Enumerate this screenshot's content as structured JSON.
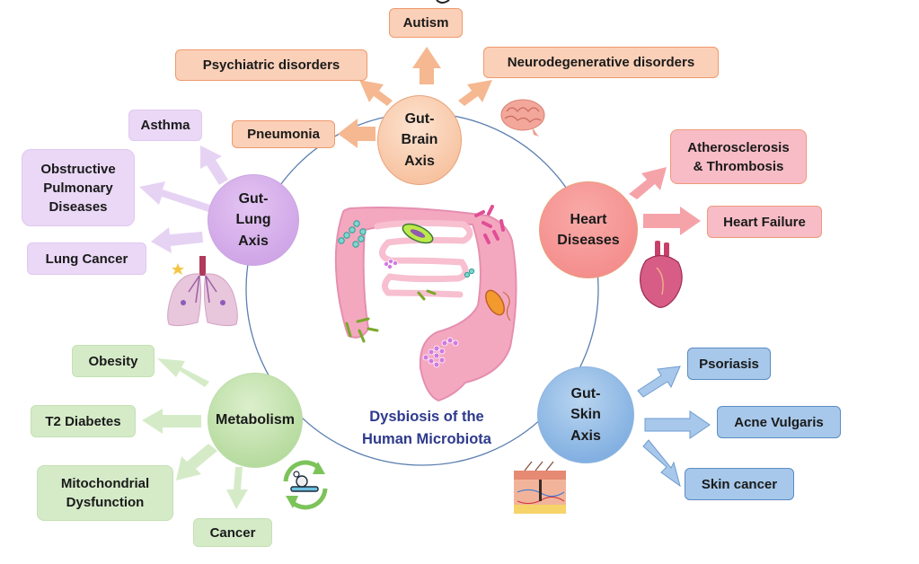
{
  "center": {
    "title": "Dysbiosis of the\nHuman Microbiota",
    "illustration": "intestine-with-bacteria"
  },
  "colors": {
    "gut_brain": "#f5b891",
    "gut_lung": "#c99be3",
    "heart": "#f28584",
    "metabolism": "#a9d48f",
    "gut_skin": "#6fa3dc",
    "center_title": "#2e3a8c",
    "ring": "#5b7fb0"
  },
  "hubs": {
    "gut_brain": {
      "label": "Gut-\nBrain\nAxis",
      "icon": "brain-icon",
      "outcomes": [
        "Autism",
        "Psychiatric disorders",
        "Neurodegenerative disorders",
        "Pneumonia"
      ]
    },
    "gut_lung": {
      "label": "Gut-\nLung\nAxis",
      "icon": "lungs-icon",
      "outcomes": [
        "Asthma",
        "Obstructive\nPulmonary\nDiseases",
        "Lung Cancer"
      ]
    },
    "heart": {
      "label": "Heart\nDiseases",
      "icon": "heart-icon",
      "outcomes": [
        "Atherosclerosis\n& Thrombosis",
        "Heart Failure"
      ]
    },
    "metabolism": {
      "label": "Metabolism",
      "icon": "metabolism-cycle-icon",
      "outcomes": [
        "Obesity",
        "T2 Diabetes",
        "Mitochondrial\nDysfunction",
        "Cancer"
      ]
    },
    "gut_skin": {
      "label": "Gut-\nSkin\nAxis",
      "icon": "skin-layers-icon",
      "outcomes": [
        "Psoriasis",
        "Acne Vulgaris",
        "Skin cancer"
      ]
    }
  }
}
